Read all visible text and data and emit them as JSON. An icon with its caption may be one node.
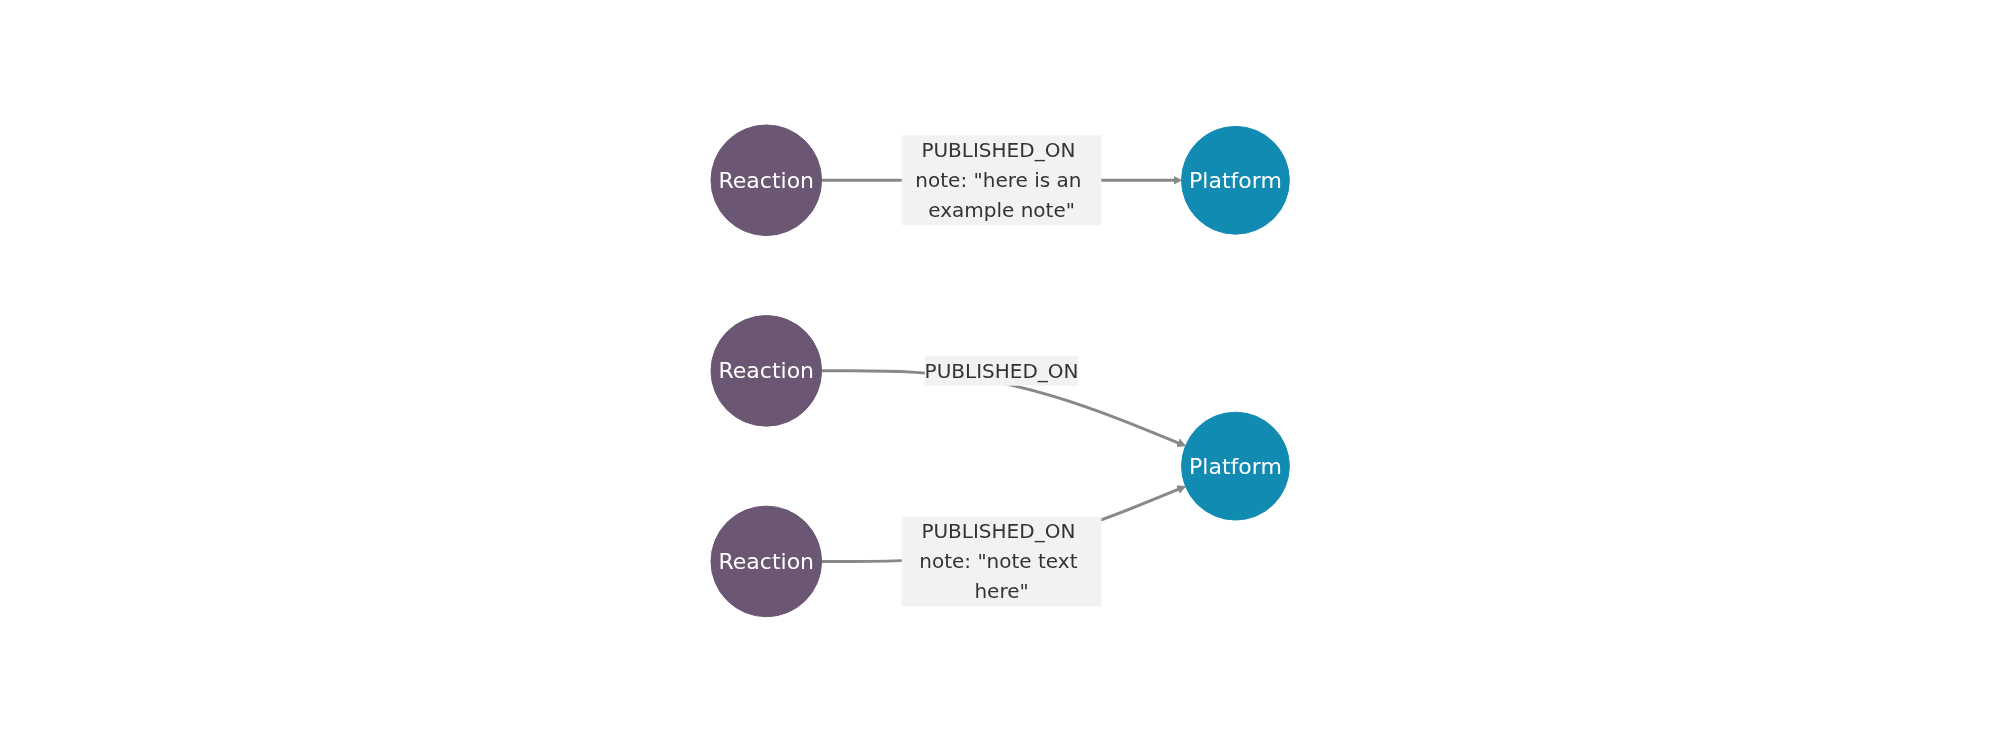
{
  "diagram": {
    "nodes": [
      {
        "text": [
          "Reaction"
        ]
      },
      {
        "text": [
          "Platform"
        ]
      },
      {
        "text": [
          "Reaction"
        ]
      },
      {
        "text": [
          "Platform"
        ]
      },
      {
        "text": [
          "Reaction"
        ]
      }
    ],
    "edges": [
      {
        "from": 0,
        "to": 1,
        "arrow": "to",
        "label": "PUBLISHED_ON note: \"here is an example note\""
      },
      {
        "from": 2,
        "to": 3,
        "arrow": "to",
        "label": "PUBLISHED_ON"
      },
      {
        "from": 4,
        "to": 3,
        "arrow": "to",
        "label": "PUBLISHED_ON note: \"note text here\""
      }
    ]
  }
}
